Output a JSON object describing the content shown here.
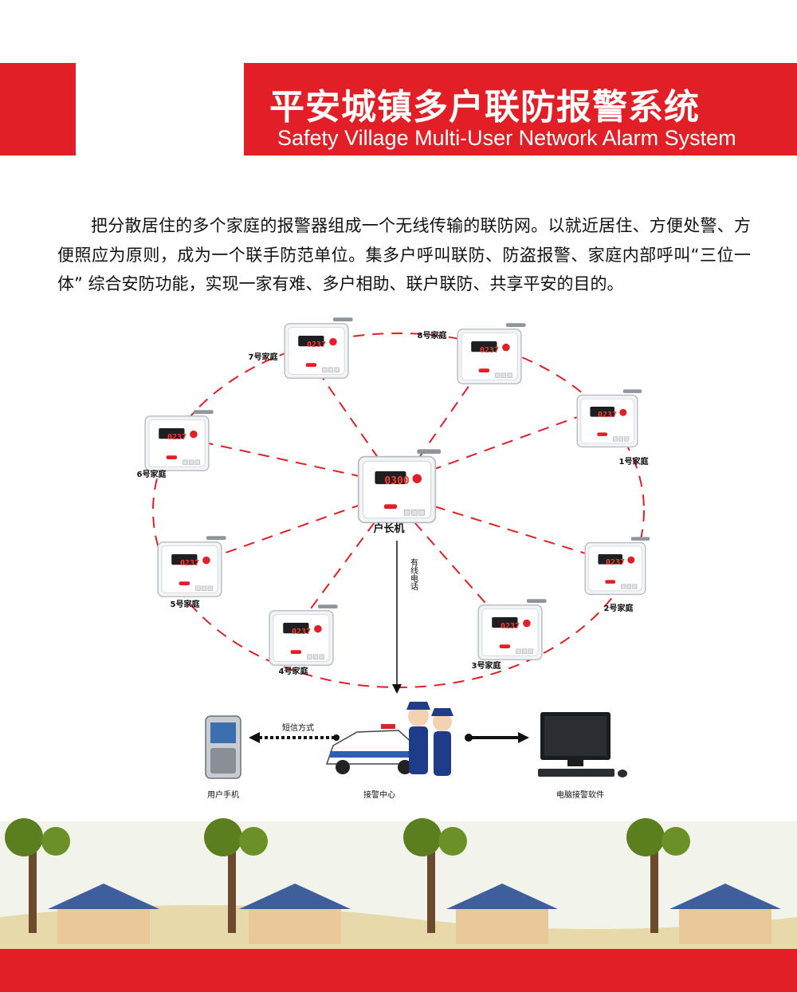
{
  "header": {
    "title_cn": "平安城镇多户联防报警系统",
    "title_en": "Safety Village Multi-User Network Alarm System",
    "brand_color": "#e21f26"
  },
  "intro": "把分散居住的多个家庭的报警器组成一个无线传输的联防网。以就近居住、方便处警、方便照应为原则，成为一个联手防范单位。集多户呼叫联防、防盗报警、家庭内部呼叫“三位一体” 综合安防功能，实现一家有难、多户相助、联户联防、共享平安的目的。",
  "diagram": {
    "center_label": "户长机",
    "center_display": "0300",
    "device_display": "0237",
    "homes": [
      "1号家庭",
      "2号家庭",
      "3号家庭",
      "4号家庭",
      "5号家庭",
      "6号家庭",
      "7号家庭",
      "8号家庭"
    ],
    "wired_phone_label": "有线电话",
    "sms_label": "短信方式",
    "endpoints": {
      "phone": "用户手机",
      "center": "接警中心",
      "computer": "电脑接警软件"
    }
  }
}
